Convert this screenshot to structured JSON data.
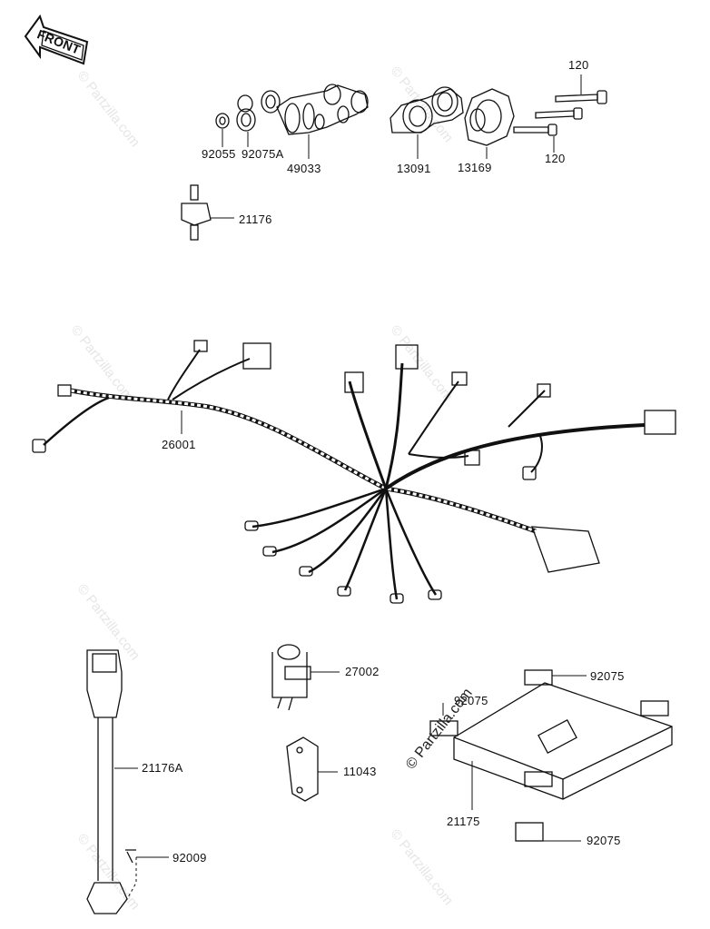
{
  "front_arrow": {
    "text": "FRONT",
    "icon": "front-arrow-icon"
  },
  "watermark": {
    "text": "© Partzilla.com",
    "brand": "Partzilla.com"
  },
  "callouts": [
    {
      "id": "92055",
      "label": "92055"
    },
    {
      "id": "92075A",
      "label": "92075A"
    },
    {
      "id": "49033",
      "label": "49033"
    },
    {
      "id": "13091",
      "label": "13091"
    },
    {
      "id": "13169",
      "label": "13169"
    },
    {
      "id": "120a",
      "label": "120"
    },
    {
      "id": "120b",
      "label": "120"
    },
    {
      "id": "21176",
      "label": "21176"
    },
    {
      "id": "26001",
      "label": "26001"
    },
    {
      "id": "27002",
      "label": "27002"
    },
    {
      "id": "11043",
      "label": "11043"
    },
    {
      "id": "21176A",
      "label": "21176A"
    },
    {
      "id": "92009",
      "label": "92009"
    },
    {
      "id": "92075a",
      "label": "92075"
    },
    {
      "id": "92075b",
      "label": "92075"
    },
    {
      "id": "92075c",
      "label": "92075"
    },
    {
      "id": "21175",
      "label": "21175"
    }
  ]
}
